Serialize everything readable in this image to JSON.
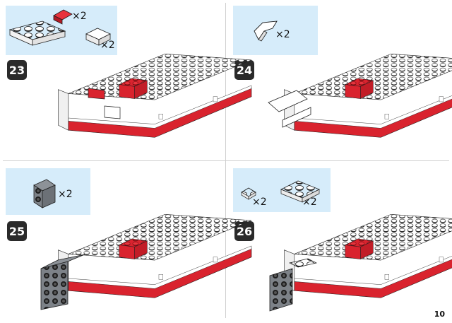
{
  "steps": [
    {
      "number": "23",
      "parts": [
        {
          "qty": "×2",
          "name": "red-slope-brick-icon"
        },
        {
          "qty": "×2",
          "name": "white-bracket-icon"
        },
        {
          "qty": "",
          "name": "white-plate-2x4-icon"
        }
      ]
    },
    {
      "number": "24",
      "parts": [
        {
          "qty": "×2",
          "name": "white-arch-icon"
        }
      ]
    },
    {
      "number": "25",
      "parts": [
        {
          "qty": "×2",
          "name": "gray-bracket-icon"
        }
      ]
    },
    {
      "number": "26",
      "parts": [
        {
          "qty": "×2",
          "name": "white-plate-1x1-icon"
        },
        {
          "qty": "×2",
          "name": "white-plate-2x3-icon"
        }
      ]
    }
  ],
  "page_number": "10",
  "colors": {
    "callout": "#d6ecfa",
    "red": "#d9232e",
    "white_brick": "#ffffff",
    "gray_brick": "#7d8288",
    "badge": "#2a2a2a"
  }
}
